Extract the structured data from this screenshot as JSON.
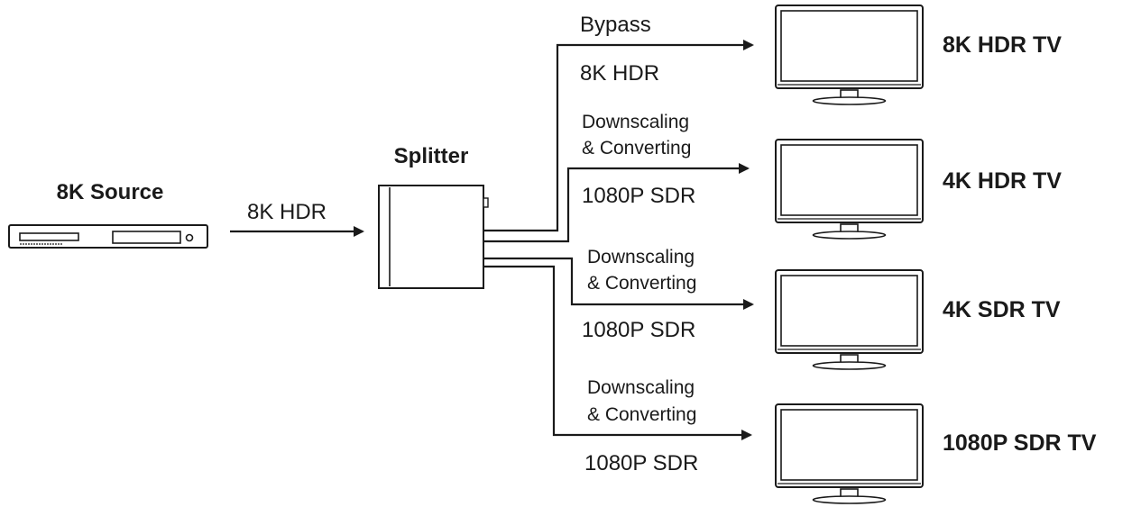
{
  "source": {
    "label": "8K Source",
    "signal": "8K HDR"
  },
  "splitter": {
    "label": "Splitter"
  },
  "outputs": [
    {
      "mode_line1": "Bypass",
      "mode_line2": "",
      "signal": "8K HDR",
      "tv": "8K HDR TV"
    },
    {
      "mode_line1": "Downscaling",
      "mode_line2": "& Converting",
      "signal": "1080P SDR",
      "tv": "4K HDR TV"
    },
    {
      "mode_line1": "Downscaling",
      "mode_line2": "& Converting",
      "signal": "1080P SDR",
      "tv": "4K SDR TV"
    },
    {
      "mode_line1": "Downscaling",
      "mode_line2": "& Converting",
      "signal": "1080P SDR",
      "tv": "1080P SDR TV"
    }
  ]
}
